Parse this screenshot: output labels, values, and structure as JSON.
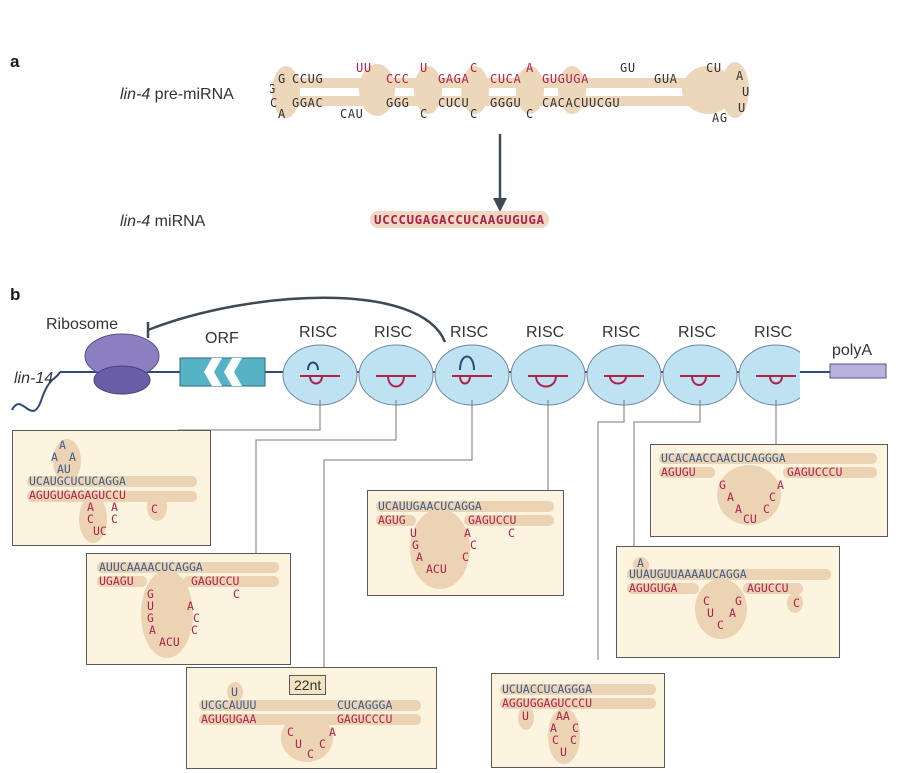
{
  "panel_a": {
    "label": "a",
    "pre_label_italic": "lin-4",
    "pre_label_rest": " pre-miRNA",
    "mirna_label_italic": "lin-4",
    "mirna_label_rest": " miRNA",
    "mirna_sequence": "UCCCUGAGACCUCAAGUGUGA",
    "hairpin": {
      "top_row": [
        "G",
        "CCUG",
        "UU",
        "CCC",
        "U",
        "GAGA",
        "C",
        "CUCA",
        "A",
        "GUGUGA",
        "GU",
        "GUA",
        "CU",
        "A"
      ],
      "bottom_row": [
        "C",
        "A",
        "GGAC",
        "CAU",
        "GGG",
        "C",
        "CUCU",
        "C",
        "GGGU",
        "C",
        "CACACUUCGU",
        "AG",
        "U"
      ],
      "left_top": "G",
      "loop_right": [
        "A",
        "U",
        "U"
      ]
    }
  },
  "panel_b": {
    "label": "b",
    "ribosome_label": "Ribosome",
    "orf_label": "ORF",
    "polya_label": "polyA",
    "gene_label": "lin-14",
    "risc_label": "RISC",
    "risc_count": 7,
    "nt_tag": "22nt",
    "boxes": [
      {
        "target": "UCAUGCUCUCAGGA",
        "mirna": "AGUGUGAGAGUCCU",
        "bulge_top": [
          "A",
          "A",
          "A",
          "AU"
        ],
        "bulge_bottom": [
          "A",
          "A",
          "C",
          "C",
          "UC"
        ],
        "extra": "C"
      },
      {
        "target": "AUUCAAAACUCAGGA",
        "mirna": "UGAGU",
        "mirna_right": "GAGUCCU",
        "loop": [
          "G",
          "U",
          "G",
          "A",
          "ACU",
          "C",
          "C",
          "A"
        ],
        "extra": "C"
      },
      {
        "target_left": "UCGCAUUU",
        "target_right": "CUCAGGGA",
        "top_extra": "U",
        "mirna_left": "AGUGUGAA",
        "mirna_right": "GAGUCCCU",
        "loop": [
          "C",
          "U",
          "C",
          "C",
          "A"
        ]
      },
      {
        "target": "UCAUUGAACUCAGGA",
        "mirna": "AGUG",
        "mirna_right": "GAGUCCU",
        "loop": [
          "U",
          "G",
          "A",
          "ACU",
          "C",
          "C",
          "A"
        ],
        "extra": "C"
      },
      {
        "target": "UCUACCUCAGGGA",
        "mirna": "AGGUGGAGUCCCU",
        "loop": [
          "U",
          "AA",
          "A",
          "C",
          "C",
          "C",
          "U"
        ]
      },
      {
        "target": "UUAUGUUAAAAUCAGGA",
        "top_extra": "A",
        "mirna": "AGUGUGA",
        "mirna_right": "AGUCCU",
        "loop": [
          "C",
          "U",
          "C",
          "A",
          "G"
        ],
        "extra": "C"
      },
      {
        "target": "UCACAACCAACUCAGGGA",
        "mirna": "AGUGU",
        "mirna_right": "GAGUCCCU",
        "loop": [
          "G",
          "A",
          "A",
          "C",
          "C",
          "CU"
        ]
      }
    ]
  }
}
